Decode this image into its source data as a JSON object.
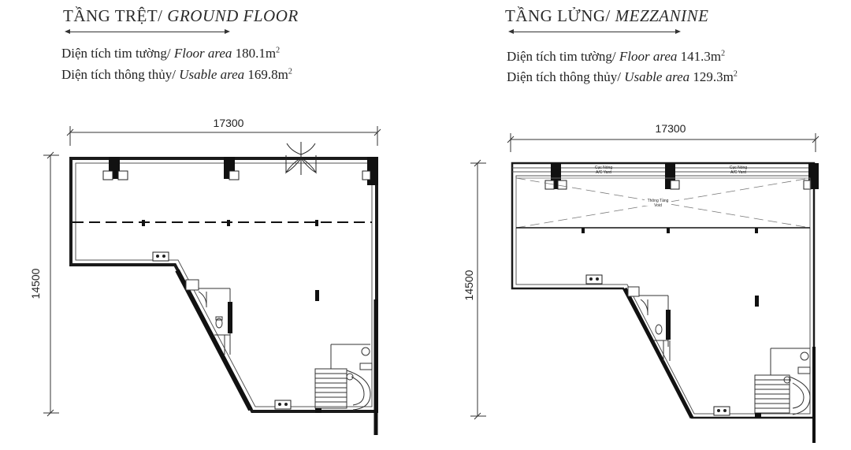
{
  "ground": {
    "title_vn": "TẦNG TRỆT/",
    "title_en": "GROUND FLOOR",
    "floor_area_vn": "Diện tích tim tường/",
    "floor_area_en": "Floor area",
    "floor_area_value": "180.1m",
    "usable_area_vn": "Diện tích thông thủy/",
    "usable_area_en": "Usable area",
    "usable_area_value": "169.8m",
    "unit_sup": "2",
    "width_dim": "17300",
    "height_dim": "14500"
  },
  "mezzanine": {
    "title_vn": "TẦNG LỬNG/",
    "title_en": "MEZZANINE",
    "floor_area_vn": "Diện tích tim tường/",
    "floor_area_en": "Floor area",
    "floor_area_value": "141.3m",
    "usable_area_vn": "Diện tích thông thủy/",
    "usable_area_en": "Usable area",
    "usable_area_value": "129.3m",
    "unit_sup": "2",
    "width_dim": "17300",
    "height_dim": "14500",
    "ac_label_1": "Cục Nóng",
    "ac_sub_1": "A/C Yard",
    "ac_label_2": "Cục Nóng",
    "ac_sub_2": "A/C Yard",
    "void_label": "Thông Tầng",
    "void_sub": "Void"
  }
}
